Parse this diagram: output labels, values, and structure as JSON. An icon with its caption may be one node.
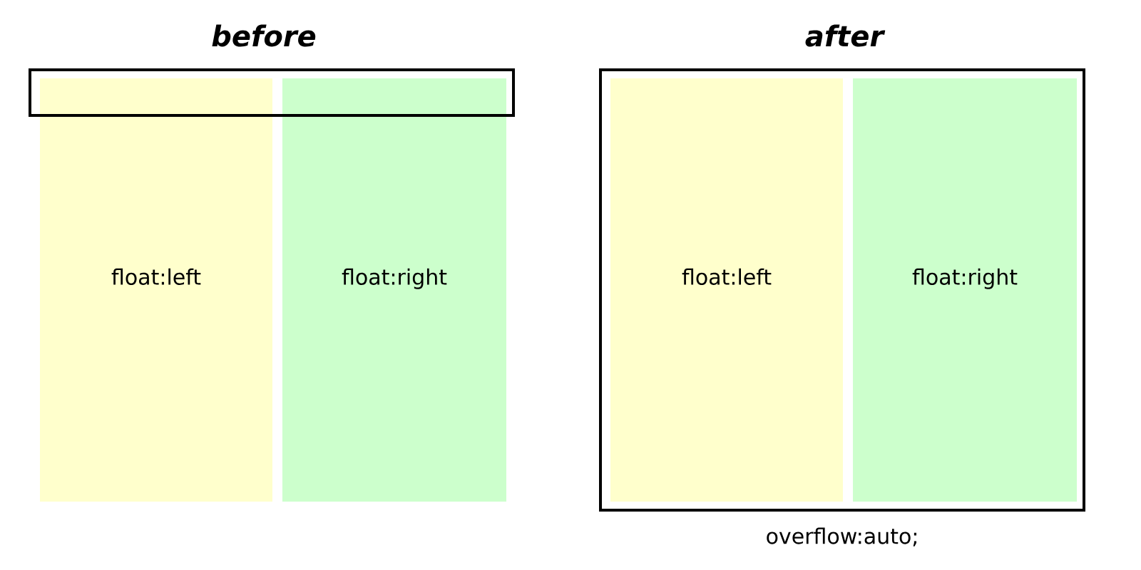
{
  "diagram": {
    "nodes": [
      {
        "text": [],
        "shape": "box"
      },
      {
        "text": [
          "float:left"
        ]
      },
      {
        "text": [
          "float:right"
        ]
      },
      {
        "text": [],
        "shape": "box",
        "beside": [
          "overflow:auto;"
        ]
      },
      {
        "text": [
          "float:left"
        ],
        "in": 3
      },
      {
        "text": [
          "float:right"
        ],
        "in": 3
      }
    ],
    "labels": [
      "before",
      "after"
    ]
  }
}
